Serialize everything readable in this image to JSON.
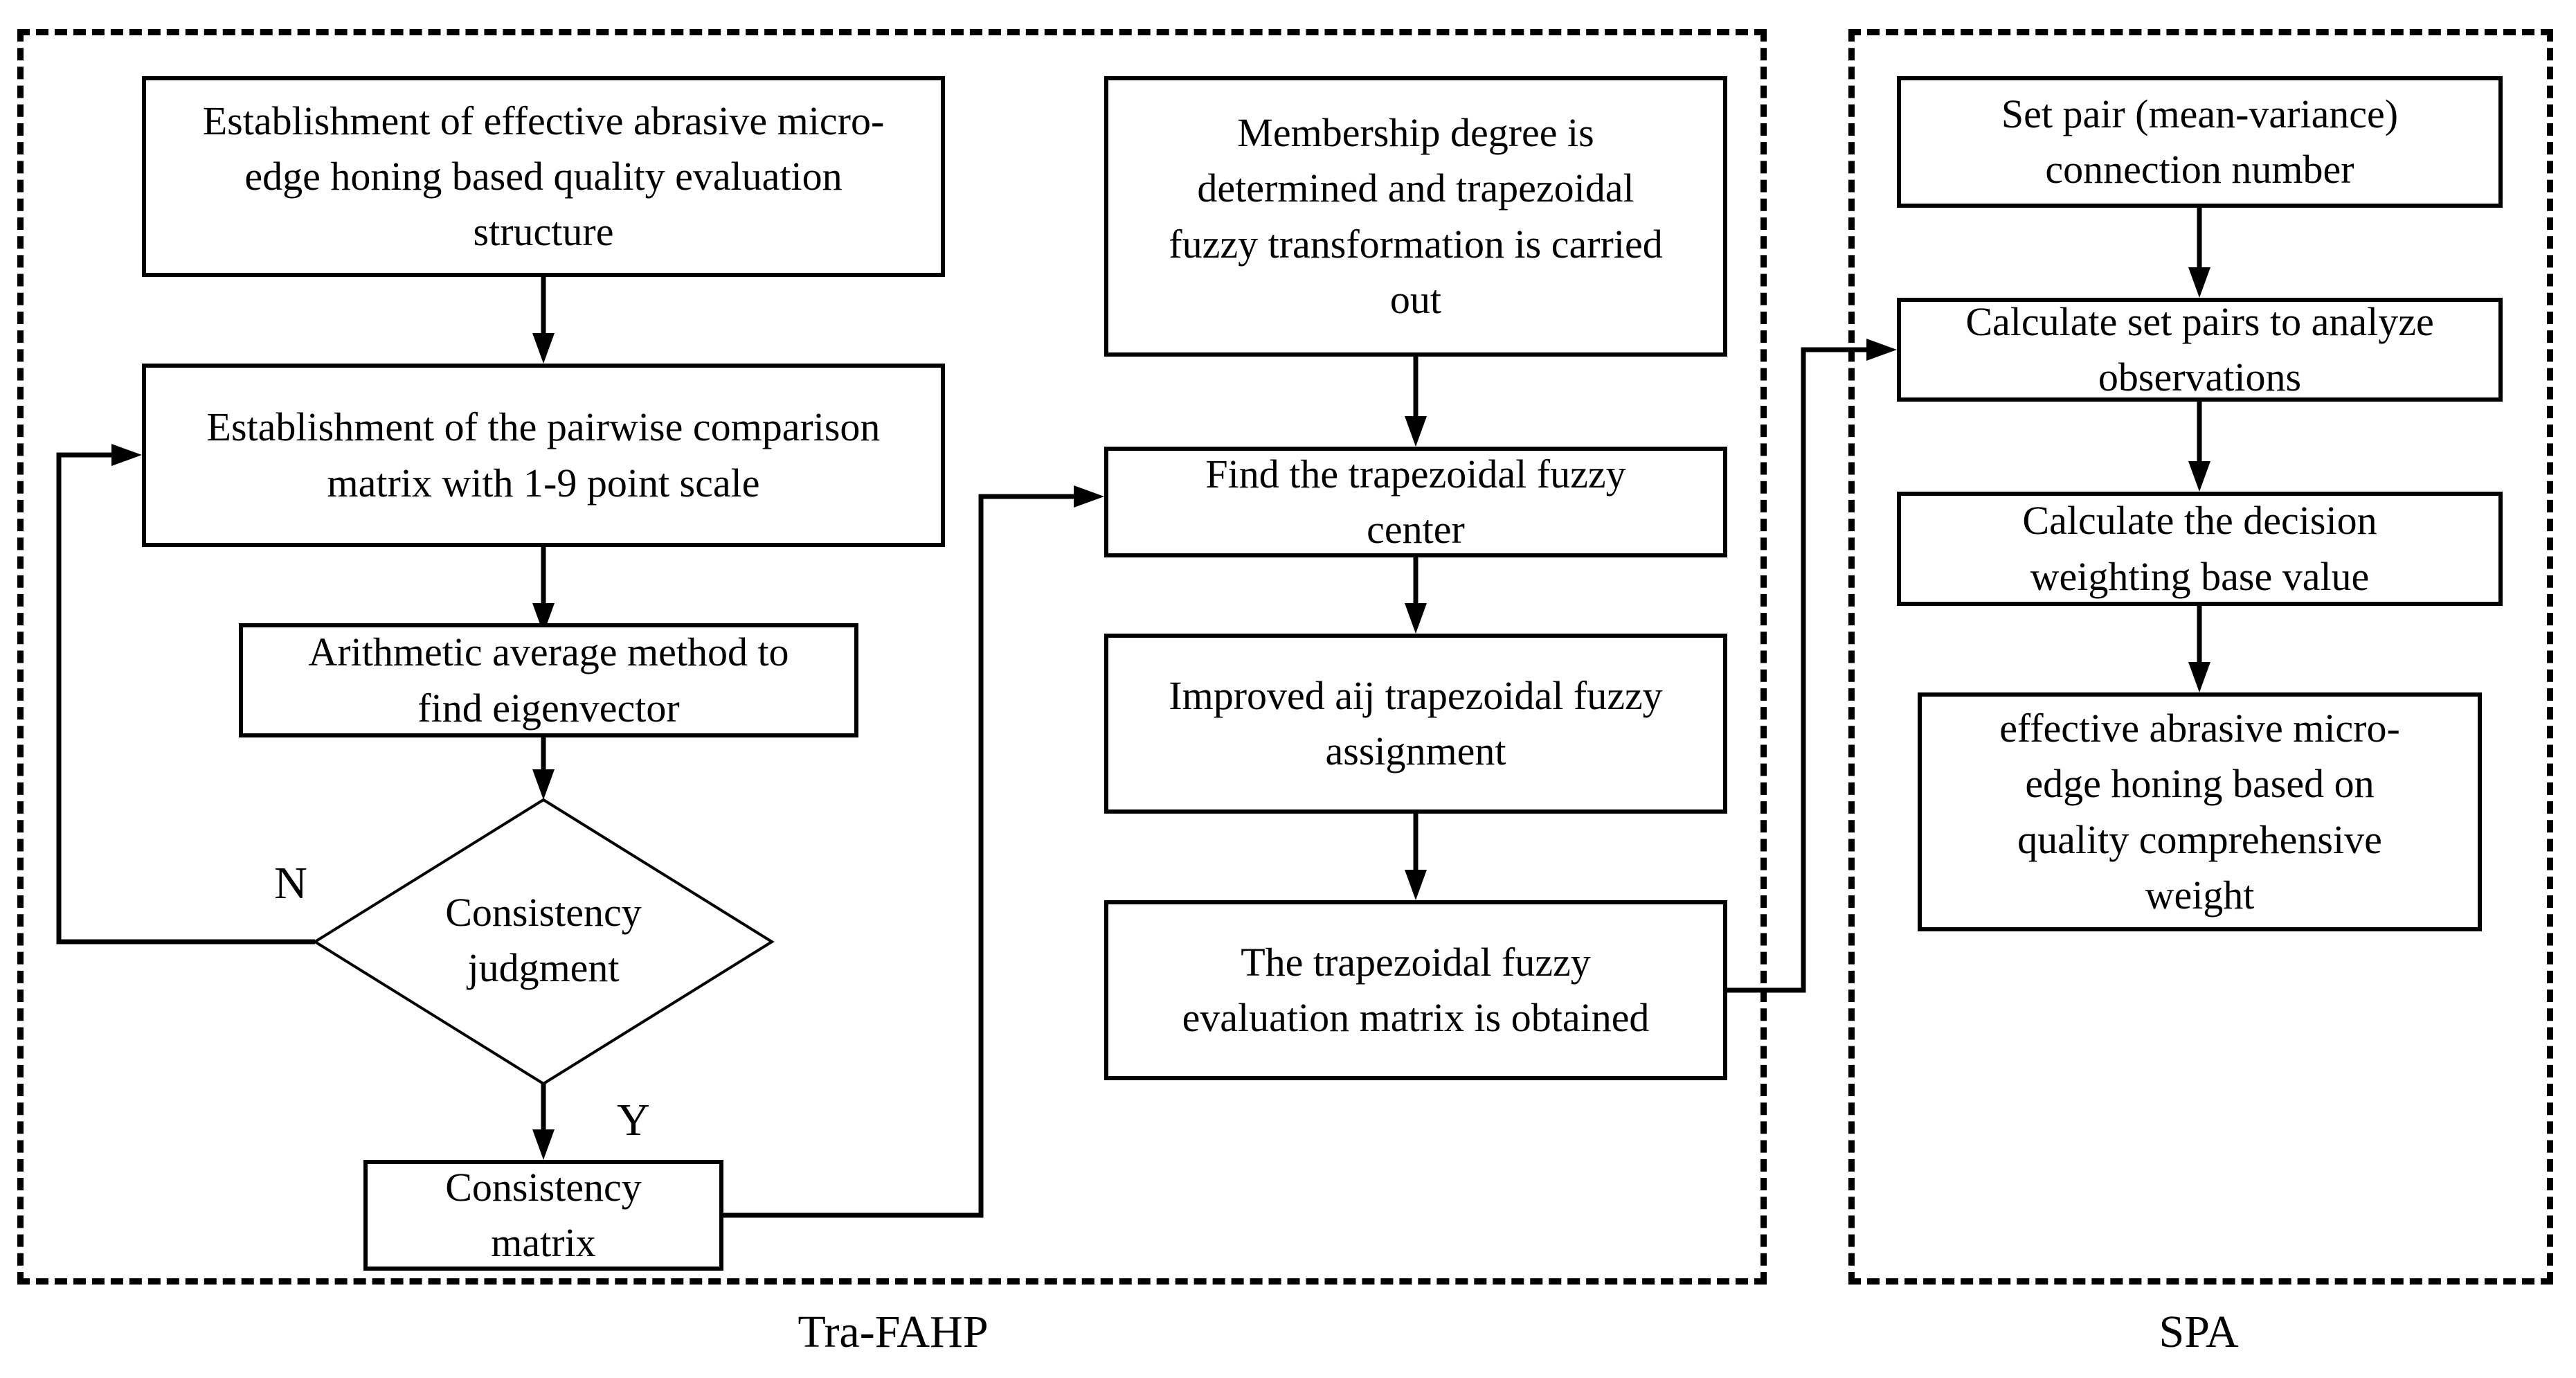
{
  "title": "Tra-FAHP and SPA flowchart",
  "colors": {
    "background": "#ffffff",
    "line": "#000000",
    "text": "#000000"
  },
  "groups": {
    "tra_fahp": {
      "label": "Tra-FAHP"
    },
    "spa": {
      "label": "SPA"
    }
  },
  "branches": {
    "no": "N",
    "yes": "Y"
  },
  "nodes": {
    "establish_structure": {
      "shape": "rect",
      "text": "Establishment of effective abrasive micro-\nedge honing based quality evaluation\nstructure"
    },
    "pairwise_matrix": {
      "shape": "rect",
      "text": "Establishment of the pairwise comparison\nmatrix with 1-9 point scale"
    },
    "arithmetic_average": {
      "shape": "rect",
      "text": "Arithmetic average method to\nfind eigenvector"
    },
    "consistency_judgment": {
      "shape": "diamond",
      "text": "Consistency\njudgment"
    },
    "consistency_matrix": {
      "shape": "rect",
      "text": "Consistency\nmatrix"
    },
    "membership_degree": {
      "shape": "rect",
      "text": "Membership degree is\ndetermined and trapezoidal\nfuzzy transformation is carried\nout"
    },
    "fuzzy_center": {
      "shape": "rect",
      "text": "Find the trapezoidal fuzzy\ncenter"
    },
    "improved_aij": {
      "shape": "rect",
      "text": "Improved aij trapezoidal fuzzy\nassignment"
    },
    "evaluation_matrix": {
      "shape": "rect",
      "text": "The trapezoidal fuzzy\nevaluation matrix is obtained"
    },
    "set_pair_connection": {
      "shape": "rect",
      "text": "Set pair (mean-variance)\nconnection number"
    },
    "calculate_set_pairs": {
      "shape": "rect",
      "text": "Calculate set pairs to analyze\nobservations"
    },
    "decision_weighting": {
      "shape": "rect",
      "text": "Calculate the decision\nweighting base value"
    },
    "comprehensive_weight": {
      "shape": "rect",
      "text": "effective abrasive micro-\nedge honing based on\nquality comprehensive\nweight"
    }
  },
  "edges": [
    {
      "from": "establish_structure",
      "to": "pairwise_matrix",
      "label": ""
    },
    {
      "from": "pairwise_matrix",
      "to": "arithmetic_average",
      "label": ""
    },
    {
      "from": "arithmetic_average",
      "to": "consistency_judgment",
      "label": ""
    },
    {
      "from": "consistency_judgment",
      "to": "pairwise_matrix",
      "label": "N"
    },
    {
      "from": "consistency_judgment",
      "to": "consistency_matrix",
      "label": "Y"
    },
    {
      "from": "consistency_matrix",
      "to": "fuzzy_center",
      "label": ""
    },
    {
      "from": "membership_degree",
      "to": "fuzzy_center",
      "label": ""
    },
    {
      "from": "fuzzy_center",
      "to": "improved_aij",
      "label": ""
    },
    {
      "from": "improved_aij",
      "to": "evaluation_matrix",
      "label": ""
    },
    {
      "from": "evaluation_matrix",
      "to": "calculate_set_pairs",
      "label": ""
    },
    {
      "from": "set_pair_connection",
      "to": "calculate_set_pairs",
      "label": ""
    },
    {
      "from": "calculate_set_pairs",
      "to": "decision_weighting",
      "label": ""
    },
    {
      "from": "decision_weighting",
      "to": "comprehensive_weight",
      "label": ""
    }
  ]
}
